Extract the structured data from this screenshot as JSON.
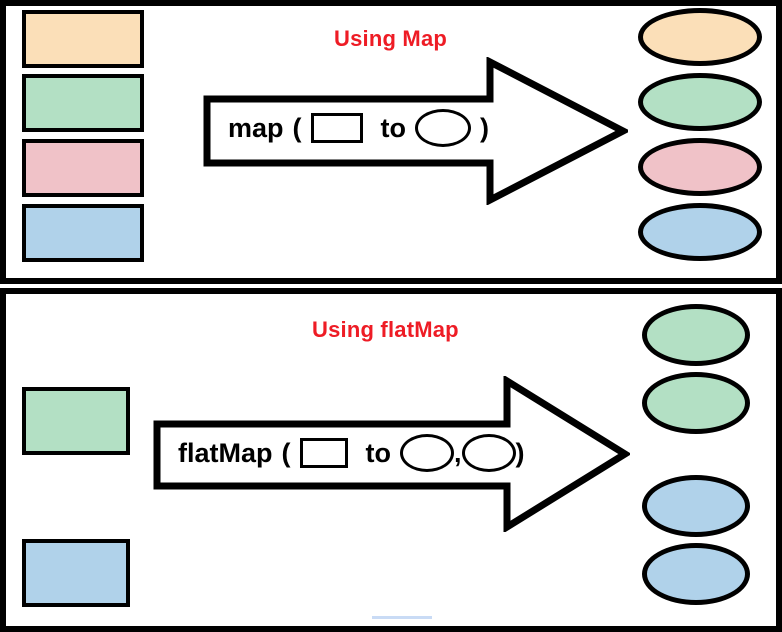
{
  "figure": {
    "title": "map vs flatMap transformation diagram",
    "background": "#ffffff",
    "accent_color": "#ee1c25",
    "outline_color": "#000000"
  },
  "colors": {
    "orange": "#fbdfb8",
    "green": "#b3e0c4",
    "pink": "#f0c2c8",
    "blue": "#b0d2ea",
    "title_red": "#ee1c25",
    "artifact_blue": "#c9dbf5"
  },
  "panels": [
    {
      "id": "map",
      "title": "Using Map",
      "operation_label": {
        "name": "map",
        "open_paren": "(",
        "keyword": "to",
        "close_paren": ")",
        "separator": "",
        "input_glyph": "square-glyph",
        "output_glyphs": [
          "ellipse-glyph"
        ]
      },
      "inputs": [
        {
          "index": 0,
          "shape": "rectangle",
          "color": "#fbdfb8",
          "color_name": "orange"
        },
        {
          "index": 1,
          "shape": "rectangle",
          "color": "#b3e0c4",
          "color_name": "green"
        },
        {
          "index": 2,
          "shape": "rectangle",
          "color": "#f0c2c8",
          "color_name": "pink"
        },
        {
          "index": 3,
          "shape": "rectangle",
          "color": "#b0d2ea",
          "color_name": "blue"
        }
      ],
      "outputs": [
        {
          "index": 0,
          "shape": "ellipse",
          "color": "#fbdfb8",
          "color_name": "orange"
        },
        {
          "index": 1,
          "shape": "ellipse",
          "color": "#b3e0c4",
          "color_name": "green"
        },
        {
          "index": 2,
          "shape": "ellipse",
          "color": "#f0c2c8",
          "color_name": "pink"
        },
        {
          "index": 3,
          "shape": "ellipse",
          "color": "#b0d2ea",
          "color_name": "blue"
        }
      ]
    },
    {
      "id": "flatmap",
      "title": "Using flatMap",
      "operation_label": {
        "name": "flatMap",
        "open_paren": "(",
        "keyword": "to",
        "close_paren": ")",
        "separator": ",",
        "input_glyph": "square-glyph",
        "output_glyphs": [
          "ellipse-glyph",
          "ellipse-glyph"
        ]
      },
      "inputs": [
        {
          "index": 0,
          "shape": "rectangle",
          "color": "#b3e0c4",
          "color_name": "green"
        },
        {
          "index": 1,
          "shape": "rectangle",
          "color": "#b0d2ea",
          "color_name": "blue"
        }
      ],
      "outputs": [
        {
          "index": 0,
          "shape": "ellipse",
          "color": "#b3e0c4",
          "color_name": "green"
        },
        {
          "index": 1,
          "shape": "ellipse",
          "color": "#b3e0c4",
          "color_name": "green"
        },
        {
          "index": 2,
          "shape": "ellipse",
          "color": "#b0d2ea",
          "color_name": "blue"
        },
        {
          "index": 3,
          "shape": "ellipse",
          "color": "#b0d2ea",
          "color_name": "blue"
        }
      ]
    }
  ]
}
